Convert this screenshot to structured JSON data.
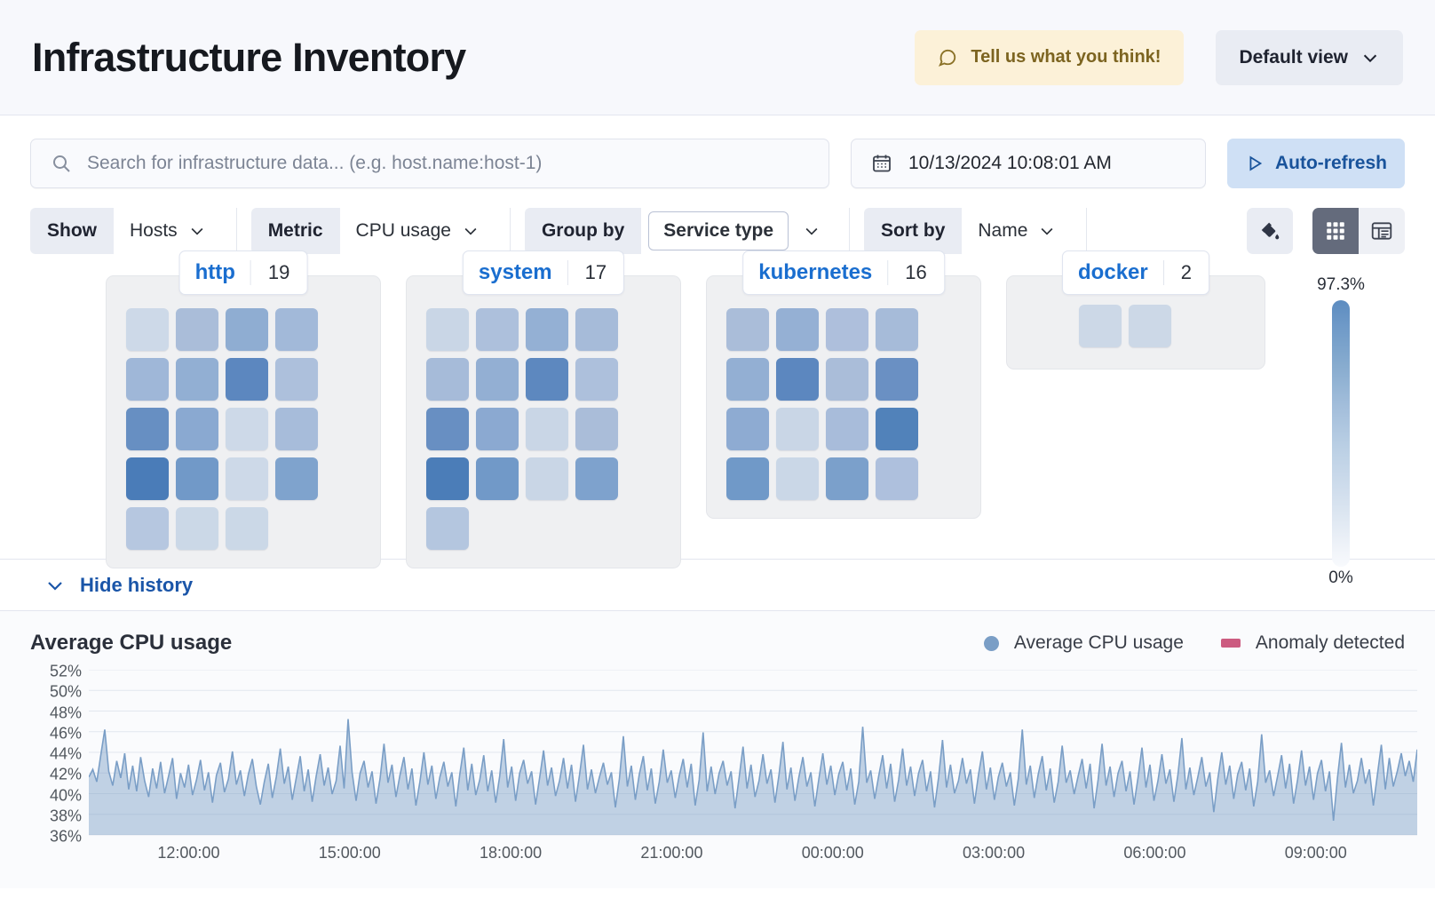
{
  "header": {
    "title": "Infrastructure Inventory",
    "feedback_label": "Tell us what you think!",
    "feedback_icon": "comment-icon",
    "view_label": "Default view",
    "view_caret_icon": "chevron-down-icon"
  },
  "search": {
    "placeholder": "Search for infrastructure data... (e.g. host.name:host-1)",
    "icon": "search-icon",
    "value": ""
  },
  "datepicker": {
    "icon": "calendar-icon",
    "value": "10/13/2024 10:08:01 AM"
  },
  "refresh": {
    "label": "Auto-refresh",
    "icon": "play-icon"
  },
  "controls": [
    {
      "label": "Show",
      "value": "Hosts",
      "boxed": false,
      "caret_icon": "chevron-down-icon"
    },
    {
      "label": "Metric",
      "value": "CPU usage",
      "boxed": false,
      "caret_icon": "chevron-down-icon"
    },
    {
      "label": "Group by",
      "value": "Service type",
      "boxed": true,
      "caret_icon": "chevron-down-icon"
    },
    {
      "label": "Sort by",
      "value": "Name",
      "boxed": false,
      "caret_icon": "chevron-down-icon"
    }
  ],
  "view_tools": {
    "palette_icon": "color-fill-icon",
    "grid_icon": "grid-view-icon",
    "table_icon": "table-view-icon",
    "active_view": "grid"
  },
  "legend_scale": {
    "max": "97.3%",
    "min": "0%"
  },
  "groups": [
    {
      "name": "http",
      "count": "19",
      "cells": [
        "#cdd9e8",
        "#aabdd9",
        "#8fadd2",
        "#a2b9d9",
        "#9fb7d8",
        "#92afd3",
        "#5c87bf",
        "#adc0dc",
        "#678fc2",
        "#8aa9d1",
        "#cdd9e8",
        "#a7bcda",
        "#4a7cb8",
        "#7199c8",
        "#cdd9e8",
        "#7fa3cd",
        "#b6c7e0",
        "#cbd8e7",
        "#cbd8e7"
      ]
    },
    {
      "name": "system",
      "count": "17",
      "cells": [
        "#c9d6e6",
        "#adc0dc",
        "#94b0d4",
        "#a6bbd9",
        "#a6bbd9",
        "#93afd3",
        "#5d88bf",
        "#adc0dc",
        "#688fc2",
        "#8ba9d1",
        "#c9d6e6",
        "#aabdd9",
        "#4b7db8",
        "#7199c8",
        "#c9d6e6",
        "#7ea2cd",
        "#b4c6df"
      ]
    },
    {
      "name": "kubernetes",
      "count": "16",
      "cells": [
        "#aabdd9",
        "#95b0d4",
        "#aebfdc",
        "#a6bbd9",
        "#93afd3",
        "#5c87bf",
        "#aabdd9",
        "#6a90c3",
        "#8eabd2",
        "#c9d6e6",
        "#a8bcda",
        "#5182ba",
        "#7099c8",
        "#cad7e7",
        "#7ba0cb",
        "#aec0dd"
      ]
    },
    {
      "name": "docker",
      "count": "2",
      "cells": [
        "#ccd8e7",
        "#ccd8e7"
      ]
    }
  ],
  "history": {
    "toggle_label": "Hide history",
    "toggle_icon": "chevron-down-icon"
  },
  "chart_data": {
    "type": "area",
    "title": "Average CPU usage",
    "xlabel": "",
    "ylabel": "",
    "grid": true,
    "legend_position": "top-right",
    "legend": [
      {
        "name": "Average CPU usage",
        "color": "#7a9ec6",
        "marker": "dot"
      },
      {
        "name": "Anomaly detected",
        "color": "#cc5b80",
        "marker": "bar"
      }
    ],
    "ytick_labels": [
      "52%",
      "50%",
      "48%",
      "46%",
      "44%",
      "42%",
      "40%",
      "38%",
      "36%"
    ],
    "ylim": [
      35,
      53
    ],
    "xtick_labels": [
      "12:00:00",
      "15:00:00",
      "18:00:00",
      "21:00:00",
      "00:00:00",
      "03:00:00",
      "06:00:00",
      "09:00:00"
    ],
    "series": [
      {
        "name": "Average CPU usage",
        "color": "#7a9ec6",
        "values": [
          41.5,
          42.3,
          41.0,
          43.8,
          46.5,
          42.1,
          40.6,
          43.2,
          41.4,
          44.0,
          40.2,
          42.7,
          40.0,
          43.6,
          41.1,
          39.4,
          42.4,
          40.3,
          43.1,
          39.8,
          41.6,
          43.5,
          39.2,
          41.9,
          40.4,
          42.8,
          39.6,
          41.2,
          43.3,
          40.1,
          42.0,
          38.8,
          41.7,
          43.0,
          39.9,
          41.3,
          44.2,
          40.7,
          42.2,
          39.5,
          41.8,
          43.4,
          40.5,
          38.6,
          41.0,
          42.9,
          39.3,
          41.5,
          44.5,
          40.8,
          42.6,
          39.1,
          41.4,
          43.7,
          40.0,
          42.3,
          38.9,
          41.6,
          43.9,
          40.6,
          42.5,
          39.7,
          41.1,
          44.8,
          40.3,
          47.6,
          42.0,
          39.0,
          41.9,
          43.2,
          40.4,
          42.1,
          38.7,
          41.3,
          45.0,
          40.9,
          42.8,
          39.4,
          41.7,
          43.6,
          40.2,
          42.4,
          38.5,
          41.0,
          44.1,
          40.7,
          42.7,
          39.2,
          41.5,
          43.1,
          40.5,
          42.0,
          38.4,
          41.8,
          44.6,
          40.1,
          42.9,
          39.6,
          41.2,
          43.8,
          40.0,
          42.2,
          38.8,
          41.6,
          45.5,
          40.4,
          42.6,
          39.0,
          41.9,
          43.3,
          40.8,
          42.1,
          38.6,
          41.4,
          44.3,
          40.6,
          42.5,
          39.5,
          41.1,
          43.5,
          40.3,
          42.8,
          38.9,
          41.7,
          44.9,
          40.2,
          42.3,
          39.8,
          41.5,
          43.0,
          40.7,
          42.0,
          38.3,
          41.3,
          45.8,
          40.5,
          42.7,
          39.1,
          41.8,
          43.7,
          40.1,
          42.4,
          38.7,
          41.0,
          44.4,
          40.9,
          42.2,
          39.3,
          41.6,
          43.4,
          40.4,
          42.9,
          38.5,
          41.2,
          46.2,
          40.0,
          42.6,
          39.7,
          41.9,
          43.2,
          40.6,
          42.1,
          38.2,
          41.4,
          44.7,
          40.3,
          42.8,
          39.4,
          41.1,
          43.9,
          40.8,
          42.3,
          38.8,
          41.7,
          45.2,
          40.2,
          42.5,
          39.0,
          41.5,
          43.6,
          40.5,
          42.0,
          38.4,
          41.3,
          44.0,
          40.7,
          42.7,
          39.6,
          41.8,
          43.1,
          40.1,
          42.4,
          38.6,
          41.0,
          46.8,
          40.9,
          42.2,
          39.2,
          41.6,
          43.8,
          40.3,
          42.9,
          38.9,
          41.2,
          44.5,
          40.6,
          42.6,
          39.5,
          41.9,
          43.3,
          40.0,
          42.1,
          38.3,
          41.4,
          45.4,
          40.4,
          42.8,
          39.8,
          41.1,
          43.5,
          40.8,
          42.3,
          38.7,
          41.7,
          44.2,
          40.2,
          42.5,
          39.1,
          41.5,
          43.0,
          40.5,
          42.0,
          38.5,
          41.3,
          46.5,
          40.7,
          42.7,
          39.3,
          41.8,
          43.7,
          40.1,
          42.4,
          38.8,
          41.0,
          44.8,
          40.9,
          42.2,
          39.7,
          41.6,
          43.4,
          40.3,
          42.9,
          38.2,
          41.2,
          45.0,
          40.6,
          42.6,
          39.4,
          41.9,
          43.2,
          40.0,
          42.1,
          38.6,
          41.4,
          44.6,
          40.4,
          42.8,
          39.0,
          41.1,
          43.9,
          40.8,
          42.3,
          38.9,
          41.7,
          45.6,
          40.2,
          42.5,
          39.6,
          41.5,
          43.6,
          40.5,
          42.0,
          37.8,
          41.3,
          44.1,
          40.7,
          42.7,
          39.2,
          41.8,
          43.1,
          40.1,
          42.4,
          38.4,
          41.0,
          46.0,
          40.9,
          42.2,
          39.5,
          41.6,
          43.8,
          40.3,
          42.9,
          38.7,
          41.2,
          44.3,
          40.6,
          42.6,
          39.1,
          41.9,
          43.3,
          40.0,
          42.1,
          36.9,
          41.4,
          45.1,
          40.4,
          42.8,
          39.8,
          41.1,
          43.5,
          40.8,
          42.3,
          38.5,
          41.7,
          44.9,
          40.2,
          43.5,
          40.5,
          42.1,
          44.0,
          41.6,
          43.2,
          41.0,
          44.4
        ]
      }
    ],
    "anomalies": []
  }
}
